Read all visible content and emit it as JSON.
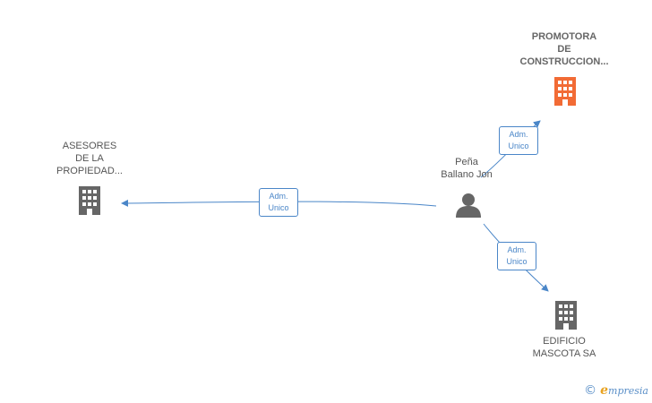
{
  "nodes": {
    "promotora": {
      "label": "PROMOTORA\nDE\nCONSTRUCCION...",
      "icon": "building-icon",
      "color": "#f26b35"
    },
    "asesores": {
      "label": "ASESORES\nDE LA\nPROPIEDAD...",
      "icon": "building-icon",
      "color": "#666666"
    },
    "person": {
      "label": "Peña\nBallano Jon",
      "icon": "person-icon",
      "color": "#666666"
    },
    "edificio": {
      "label": "EDIFICIO\nMASCOTA SA",
      "icon": "building-icon",
      "color": "#666666"
    }
  },
  "edges": {
    "to_asesores": {
      "label": "Adm.\nUnico"
    },
    "to_promotora": {
      "label": "Adm.\nUnico"
    },
    "to_edificio": {
      "label": "Adm.\nUnico"
    }
  },
  "colors": {
    "edge": "#4a86c8",
    "watermark": "#5a8fc8",
    "watermark_accent": "#e8a220"
  },
  "watermark": {
    "copyright": "©",
    "brand_initial": "e",
    "brand_rest": "mpresia"
  }
}
